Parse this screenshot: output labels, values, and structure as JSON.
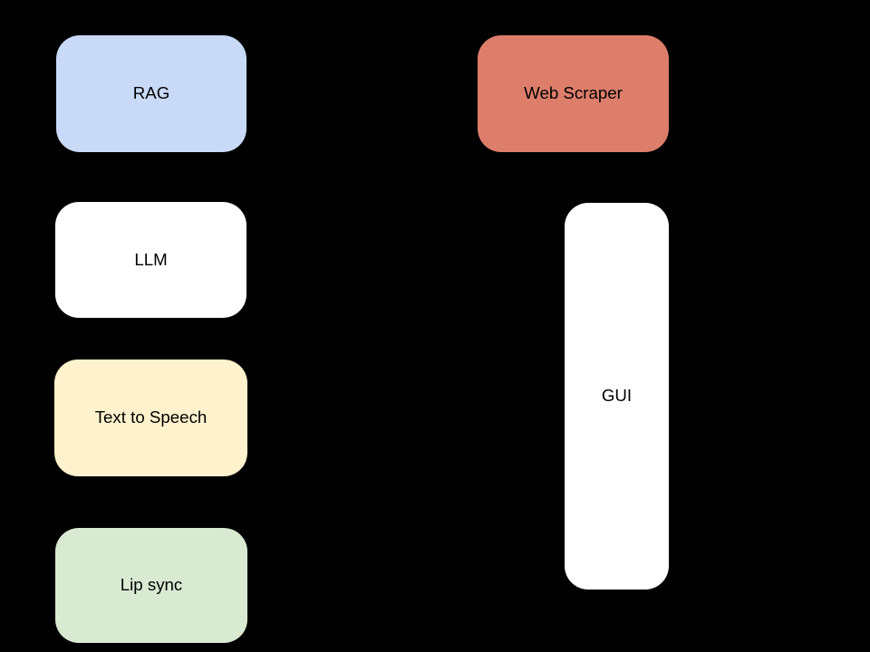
{
  "canvas": {
    "background": "#000000"
  },
  "diagram": {
    "type": "component-diagram",
    "nodes": [
      {
        "id": "rag",
        "label": "RAG",
        "fill": "#c9daf8",
        "text_color": "#000000"
      },
      {
        "id": "web-scraper",
        "label": "Web Scraper",
        "fill": "#dd7e6b",
        "text_color": "#000000"
      },
      {
        "id": "llm",
        "label": "LLM",
        "fill": "#ffffff",
        "text_color": "#000000"
      },
      {
        "id": "text-to-speech",
        "label": "Text to Speech",
        "fill": "#fff2cc",
        "text_color": "#000000"
      },
      {
        "id": "lip-sync",
        "label": "Lip sync",
        "fill": "#d9ead3",
        "text_color": "#000000"
      },
      {
        "id": "gui",
        "label": "GUI",
        "fill": "#ffffff",
        "text_color": "#000000"
      }
    ]
  }
}
